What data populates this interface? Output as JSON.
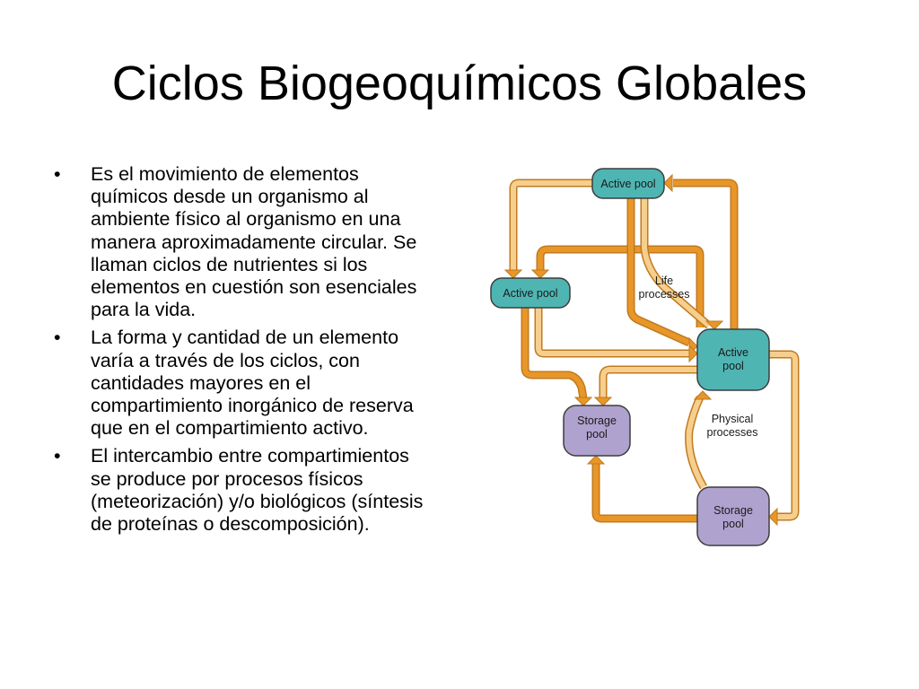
{
  "title": "Ciclos Biogeoquímicos Globales",
  "bullet_glyph": "•",
  "bullets": [
    "Es el movimiento de elementos químicos desde un organismo al ambiente físico al organismo en una manera aproximadamente circular. Se llaman ciclos de nutrientes si los elementos en cuestión son esenciales para la vida.",
    "La forma y cantidad de un elemento varía a través de los ciclos, con cantidades mayores en el compartimiento inorgánico de reserva que en el compartimiento activo.",
    "El intercambio entre compartimientos se produce por procesos físicos (meteorización) y/o biológicos (síntesis de proteínas o descomposición)."
  ],
  "diagram": {
    "boxes": {
      "active_pool_top": [
        "Active pool"
      ],
      "active_pool_left": [
        "Active pool"
      ],
      "active_pool_right": [
        "Active",
        "pool"
      ],
      "storage_pool_left": [
        "Storage",
        "pool"
      ],
      "storage_pool_right": [
        "Storage",
        "pool"
      ]
    },
    "labels": {
      "life_processes": [
        "Life",
        "processes"
      ],
      "physical_processes": [
        "Physical",
        "processes"
      ]
    },
    "colors": {
      "active_pool": "#4fb5b3",
      "storage_pool": "#b0a2ce",
      "box_border": "#3d3d3d",
      "arrow_dark": "#e89628",
      "arrow_light": "#f6cf8e",
      "arrow_outline": "#c07a1e"
    }
  }
}
